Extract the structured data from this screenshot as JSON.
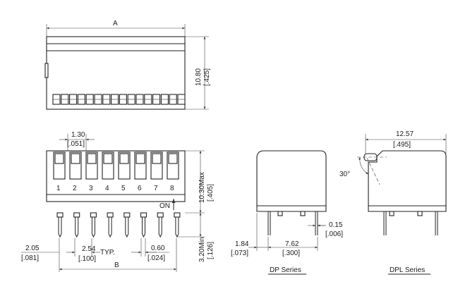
{
  "top_view": {
    "dim_a": "A",
    "height_mm": "10.80",
    "height_in": "[.425]"
  },
  "front_view": {
    "pitch_mm": "1.30",
    "pitch_in": "[.051]",
    "switch_numbers": [
      "1",
      "2",
      "3",
      "4",
      "5",
      "6",
      "7",
      "8"
    ],
    "on_label": "ON",
    "height_max_mm": "10.30Max",
    "height_max_in": "[.405]",
    "pin_min_mm": "3.20Min",
    "pin_min_in": "[.126]",
    "edge_mm": "2.05",
    "edge_in": "[.081]",
    "pin_pitch_mm": "2.54",
    "pin_pitch_in": "[.100]",
    "typ_label": "TYP.",
    "pin_width_mm": "0.60",
    "pin_width_in": "[.024]",
    "dim_b": "B"
  },
  "dp_series": {
    "label": "DP Series",
    "offset_mm": "1.84",
    "offset_in": "[.073]",
    "row_mm": "7.62",
    "row_in": "[.300]",
    "pin_mm": "0.15",
    "pin_in": "[.006]"
  },
  "dpl_series": {
    "label": "DPL Series",
    "width_mm": "12.57",
    "width_in": "[.495]",
    "angle": "30°"
  }
}
